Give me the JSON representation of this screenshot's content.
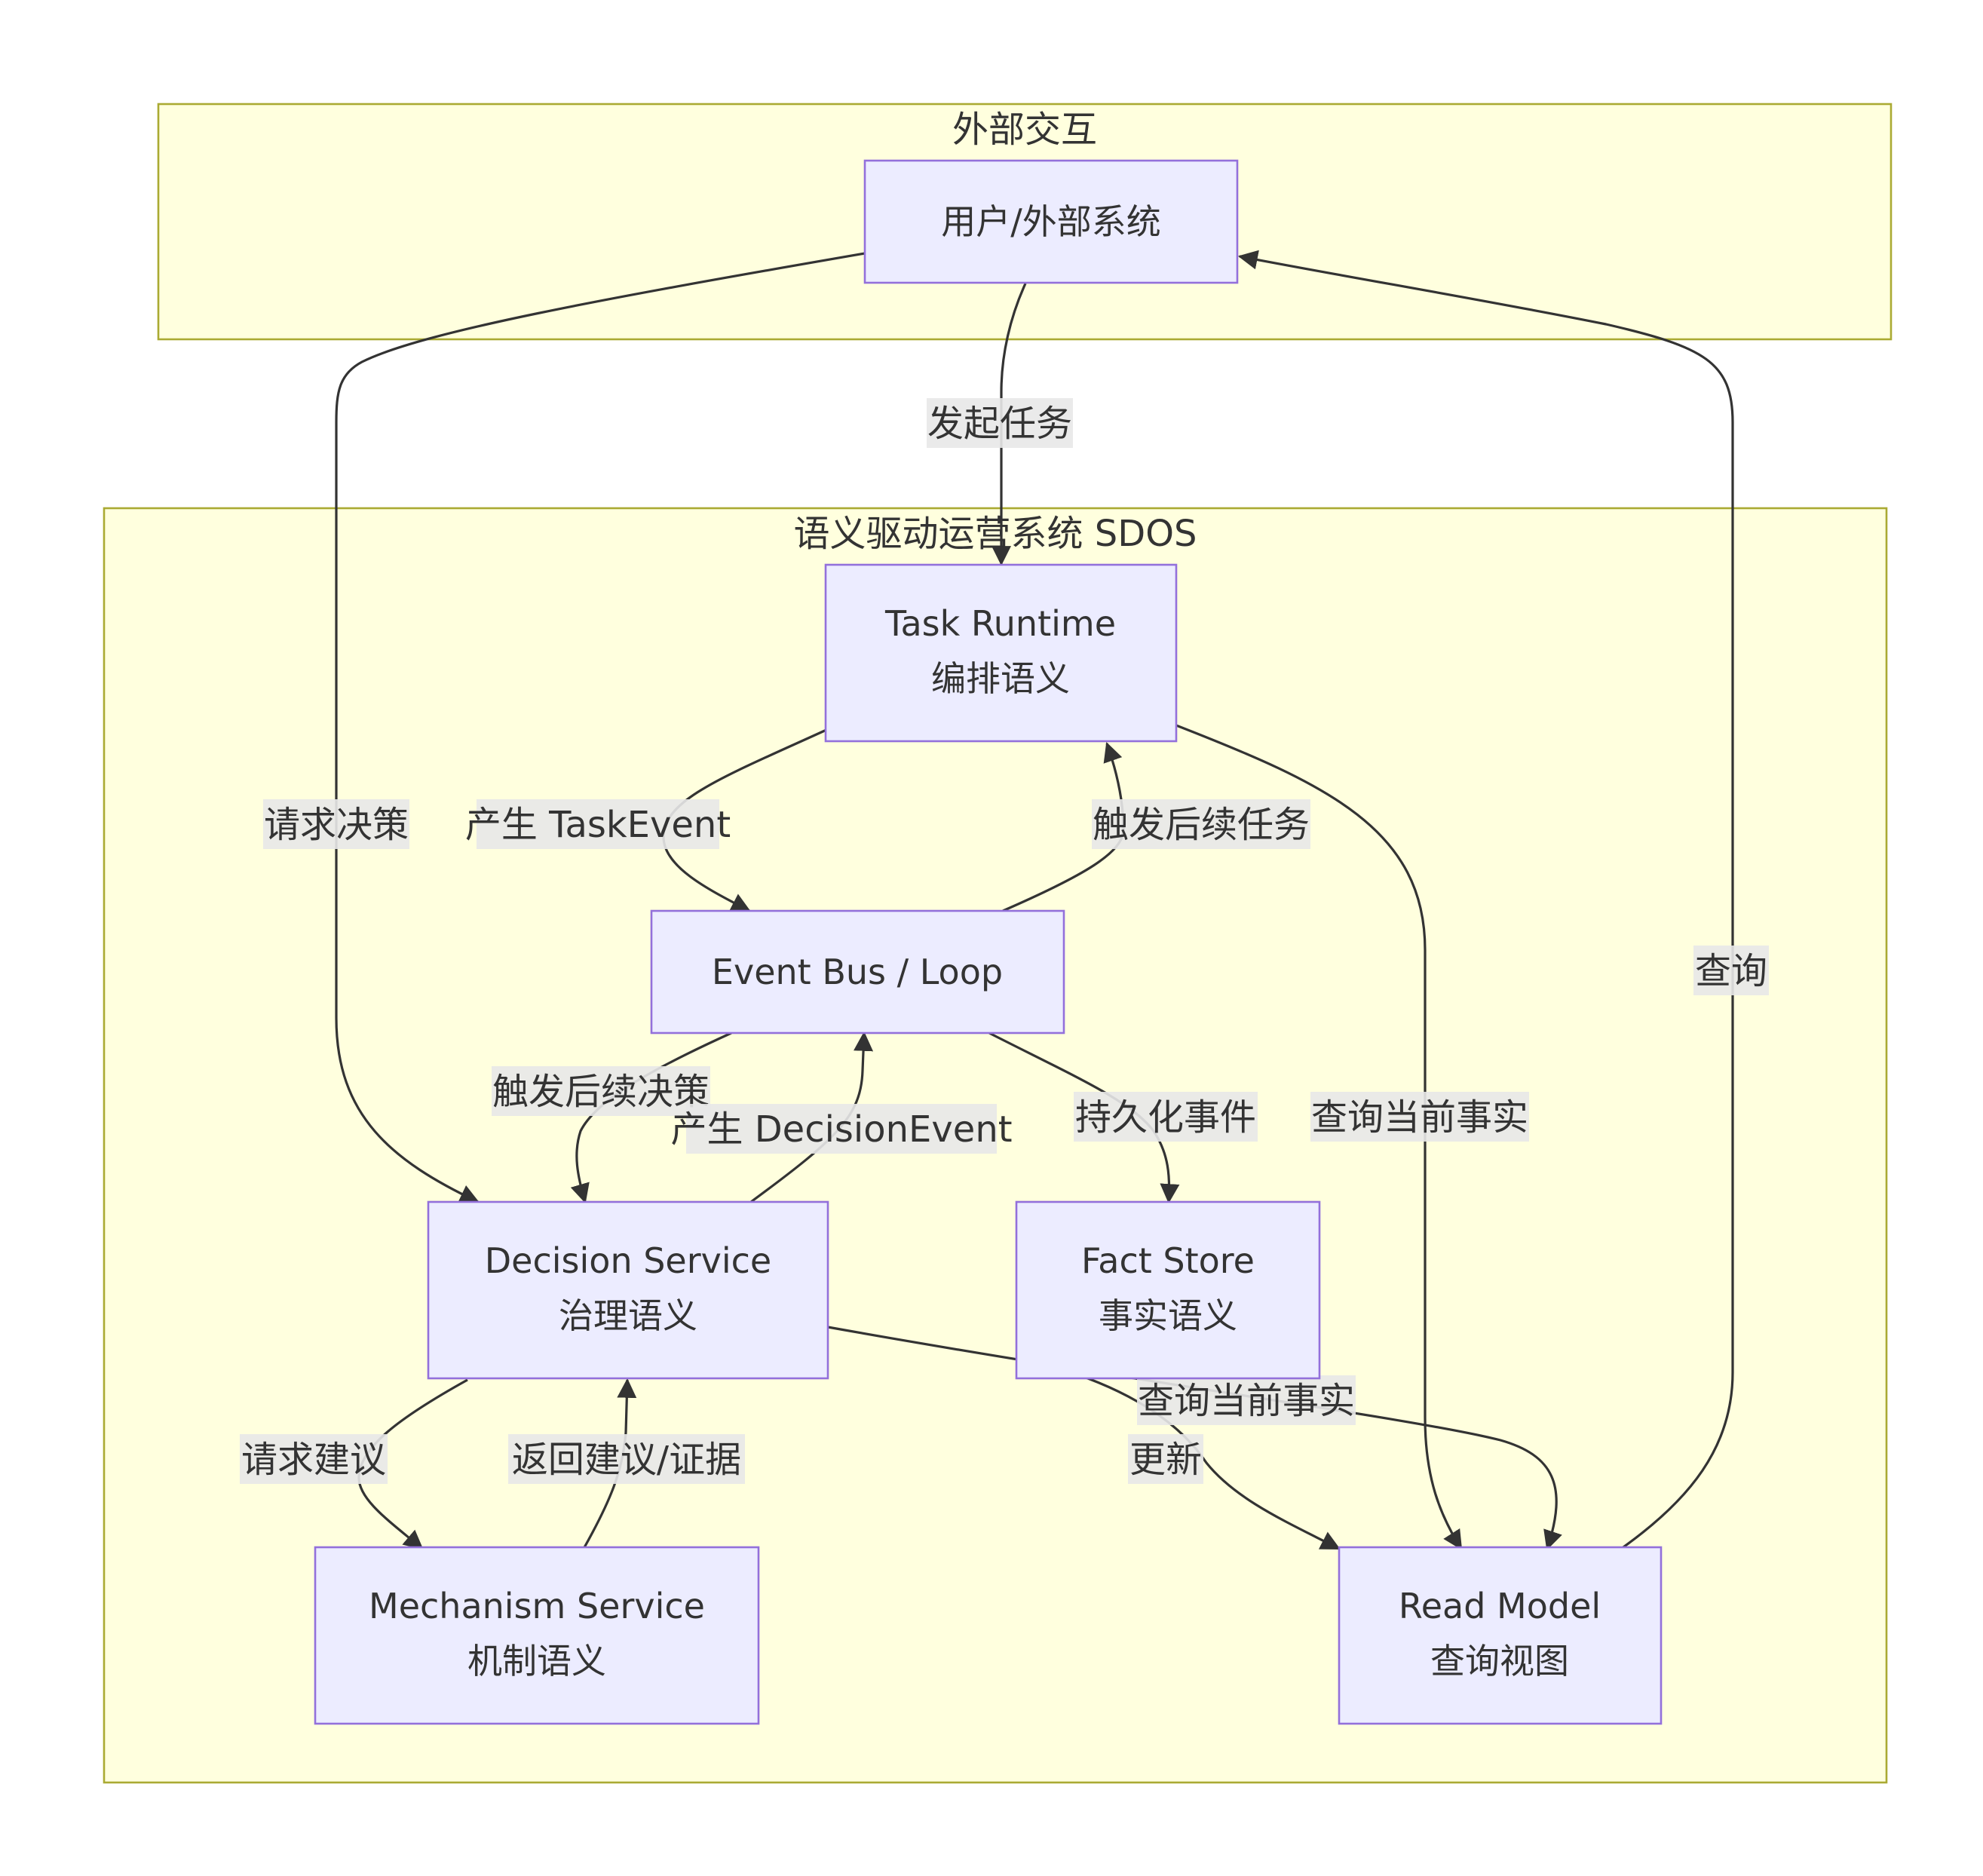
{
  "clusters": {
    "external": {
      "title": "外部交互"
    },
    "sdos": {
      "title": "语义驱动运营系统 SDOS"
    }
  },
  "nodes": {
    "user": {
      "line1": "用户/外部系统"
    },
    "task_runtime": {
      "line1": "Task Runtime",
      "line2": "编排语义"
    },
    "event_bus": {
      "line1": "Event Bus / Loop"
    },
    "decision_service": {
      "line1": "Decision Service",
      "line2": "治理语义"
    },
    "fact_store": {
      "line1": "Fact Store",
      "line2": "事实语义"
    },
    "mechanism_service": {
      "line1": "Mechanism Service",
      "line2": "机制语义"
    },
    "read_model": {
      "line1": "Read Model",
      "line2": "查询视图"
    }
  },
  "edges": {
    "launch_task": "发起任务",
    "request_decision": "请求决策",
    "produce_task_event": "产生 TaskEvent",
    "trigger_followup_task": "触发后续任务",
    "query": "查询",
    "trigger_followup_decision": "触发后续决策",
    "produce_decision_event": "产生 DecisionEvent",
    "persist_event": "持久化事件",
    "query_current_facts_1": "查询当前事实",
    "query_current_facts_2": "查询当前事实",
    "request_advice": "请求建议",
    "return_advice": "返回建议/证据",
    "update": "更新"
  },
  "colors": {
    "cluster_fill": "#ffffde",
    "cluster_stroke": "#aaaa33",
    "node_fill": "#ececff",
    "node_stroke": "#9370db",
    "edge": "#333333",
    "text": "#333333",
    "label_bg": "#e8e8e8"
  }
}
